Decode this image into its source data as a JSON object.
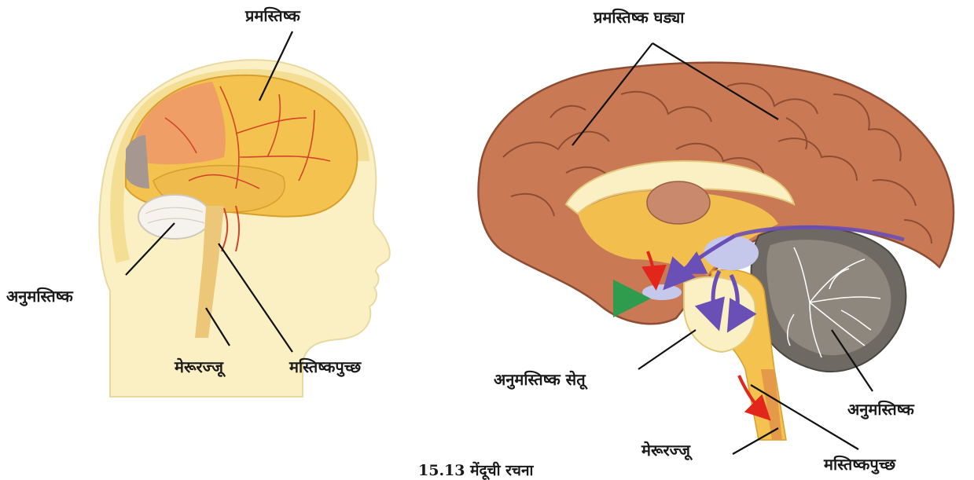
{
  "caption": "15.13 मेंदूची रचना",
  "head_figure": {
    "labels": {
      "cerebrum": "प्रमस्तिष्क",
      "cerebellum": "अनुमस्तिष्क",
      "spinal_cord": "मेरूरज्जू",
      "medulla": "मस्तिष्कपुच्छ"
    }
  },
  "brain_figure": {
    "labels": {
      "cerebral_folds": "प्रमस्तिष्क घड्या",
      "pons": "अनुमस्तिष्क सेतू",
      "cerebellum": "अनुमस्तिष्क",
      "spinal_cord": "मेरूरज्जू",
      "medulla": "मस्तिष्कपुच्छ"
    }
  },
  "colors": {
    "skin": "#fbf0c4",
    "skull": "#f3dc8f",
    "cerebrum": "#f4c24e",
    "frontal": "#ee9a68",
    "brain_outer": "#c97a55",
    "cerebellum": "#6e6a63",
    "arrow_red": "#e3261c",
    "arrow_purple": "#6a4fb6",
    "arrow_green": "#2e9b4d"
  }
}
